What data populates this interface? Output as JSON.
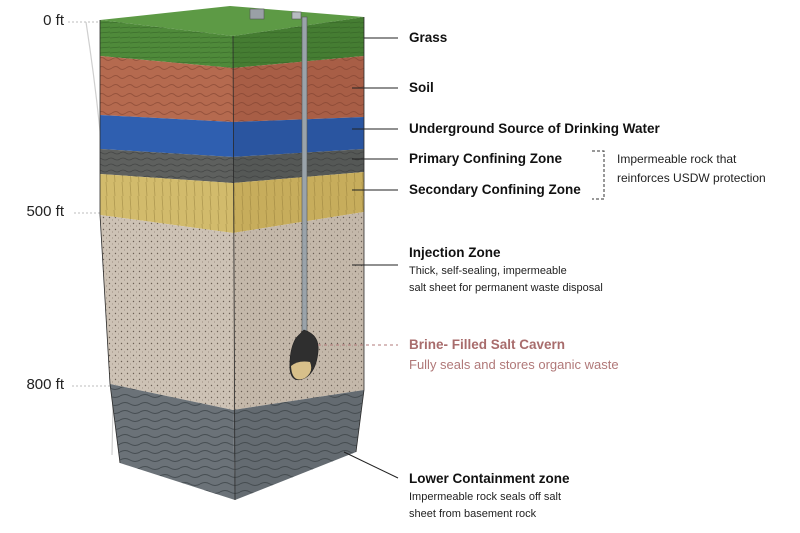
{
  "depth_markers": [
    {
      "label": "0 ft"
    },
    {
      "label": "500 ft"
    },
    {
      "label": "800 ft"
    }
  ],
  "layers": {
    "grass": {
      "title": "Grass"
    },
    "soil": {
      "title": "Soil"
    },
    "usdw": {
      "title": "Underground Source of Drinking Water"
    },
    "primary": {
      "title": "Primary Confining Zone"
    },
    "secondary": {
      "title": "Secondary Confining Zone"
    },
    "injection": {
      "title": "Injection Zone",
      "desc_line1": "Thick, self-sealing, impermeable",
      "desc_line2": "salt sheet for permanent waste disposal"
    },
    "cavern": {
      "title": "Brine- Filled Salt Cavern",
      "desc": "Fully seals and stores organic waste"
    },
    "lower": {
      "title": "Lower Containment zone",
      "desc_line1": "Impermeable rock seals off salt",
      "desc_line2": "sheet from basement rock"
    }
  },
  "confining_note": {
    "line1": "Impermeable rock that",
    "line2": "reinforces USDW protection"
  },
  "colors": {
    "grass": "#4f8a3a",
    "soil": "#b56a4f",
    "usdw": "#2f5fb0",
    "primary": "#5e605e",
    "secondary": "#c9b060",
    "injection": "#c8bcae",
    "lower": "#6b7278",
    "cavern_text": "#a86c6c"
  }
}
